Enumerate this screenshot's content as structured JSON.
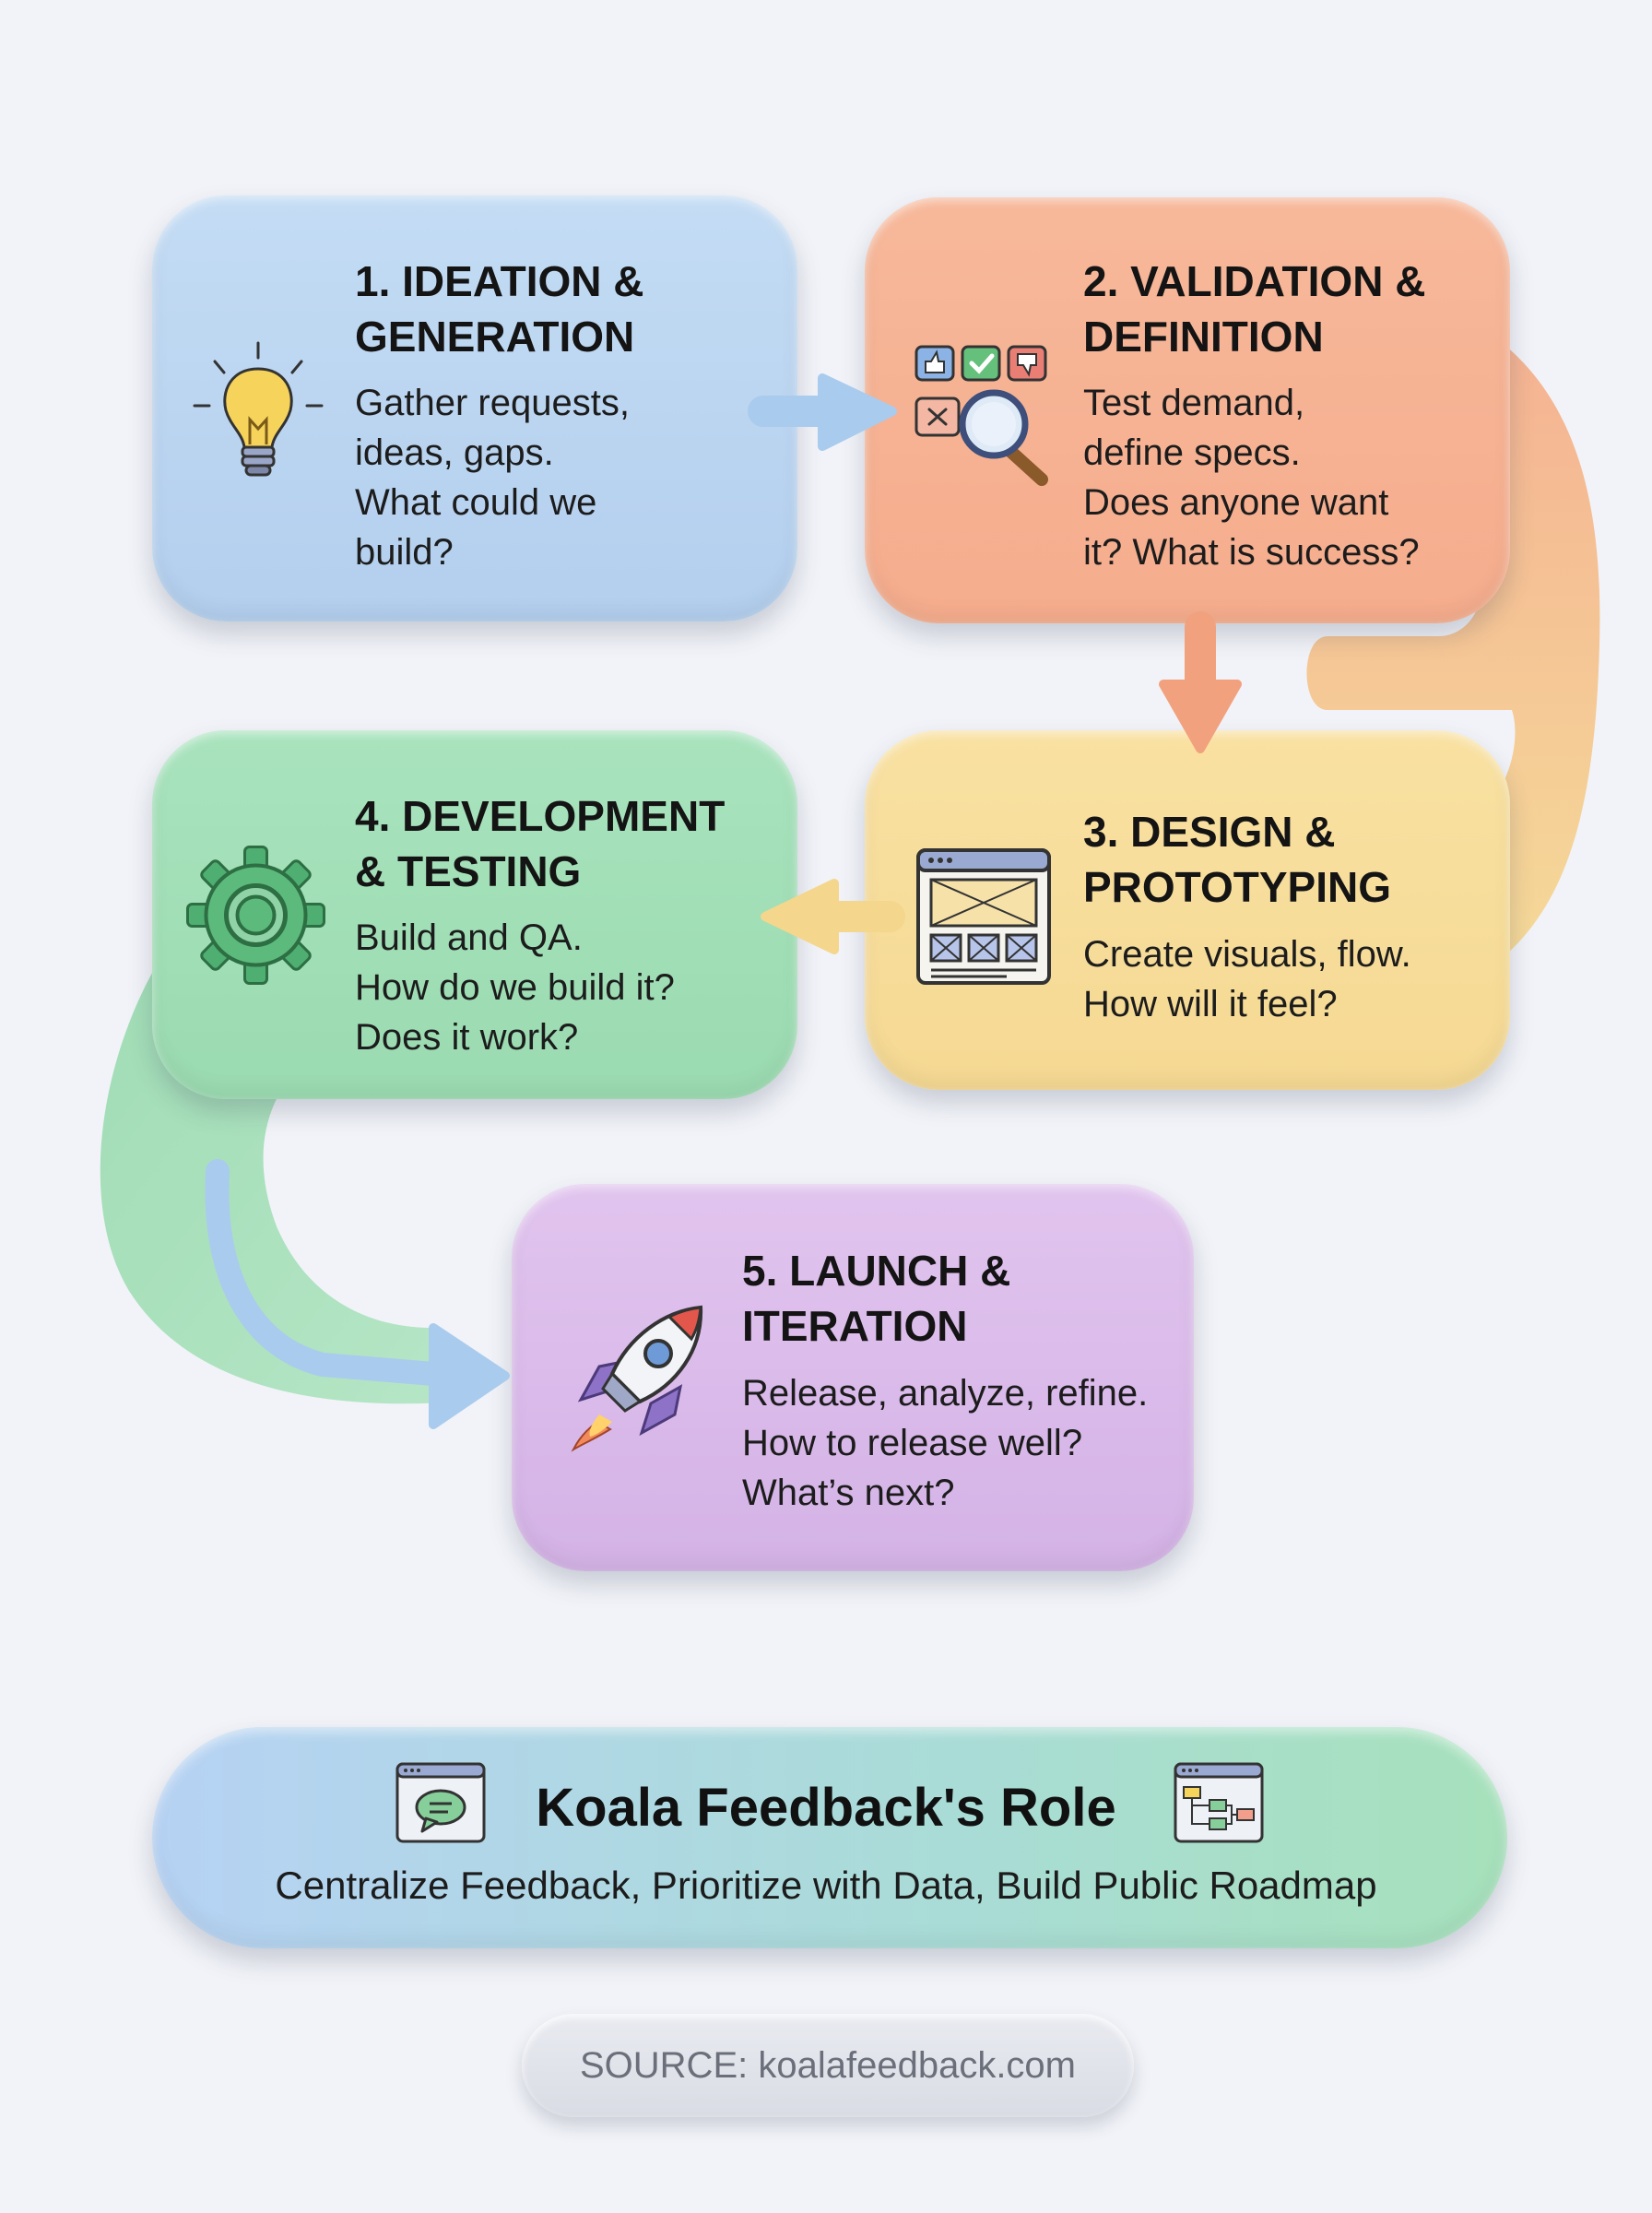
{
  "colors": {
    "ideation": "#b9d4f1",
    "validation": "#f6b293",
    "design": "#f7dc98",
    "development": "#a0dfb6",
    "launch": "#d9b9e9",
    "arrow_blue": "#a9cbee",
    "arrow_orange": "#f2a17e",
    "arrow_yellow": "#f4d68d"
  },
  "stages": [
    {
      "title": "1. IDEATION &\nGENERATION",
      "description": "Gather requests,\nideas, gaps.\nWhat could we\nbuild?",
      "icon": "lightbulb-icon"
    },
    {
      "title": "2. VALIDATION &\nDEFINITION",
      "description": "Test demand,\ndefine specs.\nDoes anyone want\nit? What is success?",
      "icon": "validation-magnifier-icon"
    },
    {
      "title": "3. DESIGN &\nPROTOTYPING",
      "description": "Create visuals, flow.\nHow will it feel?",
      "icon": "wireframe-icon"
    },
    {
      "title": "4. DEVELOPMENT\n& TESTING",
      "description": "Build and QA.\nHow do we build it?\nDoes it work?",
      "icon": "gear-icon"
    },
    {
      "title": "5. LAUNCH &\nITERATION",
      "description": "Release, analyze, refine.\nHow to release well?\nWhat’s next?",
      "icon": "rocket-icon"
    }
  ],
  "role": {
    "title": "Koala Feedback's Role",
    "subtitle": "Centralize Feedback, Prioritize with Data, Build Public Roadmap",
    "icons": [
      "chat-window-icon",
      "roadmap-window-icon"
    ]
  },
  "source": "SOURCE: koalafeedback.com"
}
